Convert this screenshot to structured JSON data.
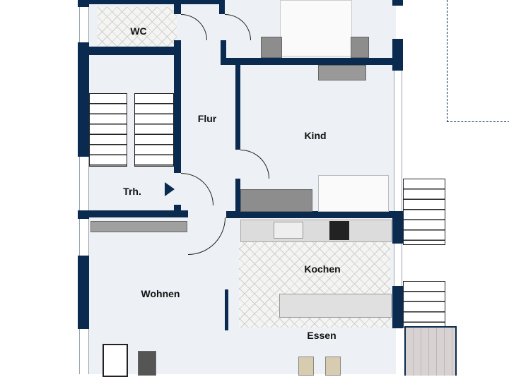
{
  "rooms": {
    "wc": "WC",
    "flur": "Flur",
    "kind": "Kind",
    "treppenhaus": "Trh.",
    "kochen": "Kochen",
    "wohnen": "Wohnen",
    "essen": "Essen"
  },
  "colors": {
    "wall": "#0b2a4f",
    "floor": "#edf0f5"
  }
}
